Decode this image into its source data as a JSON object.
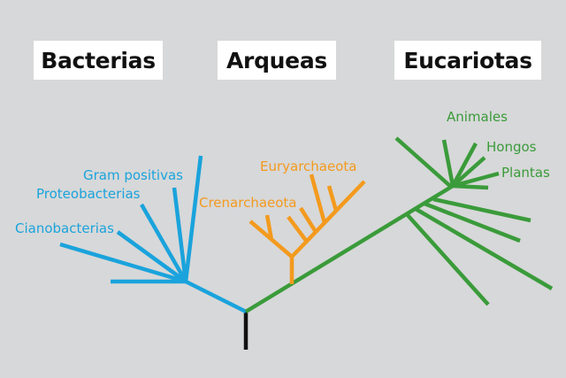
{
  "domains": {
    "bacteria": "Bacterias",
    "archaea": "Arqueas",
    "eukarya": "Eucariotas"
  },
  "labels": {
    "gram_positive": "Gram positivas",
    "proteobacteria": "Proteobacterias",
    "cyanobacteria": "Cianobacterias",
    "euryarchaeota": "Euryarchaeota",
    "crenarchaeota": "Crenarchaeota",
    "animals": "Animales",
    "fungi": "Hongos",
    "plants": "Plantas"
  },
  "colors": {
    "background": "#d7d8d9",
    "bacteria": "#1aa3dc",
    "archaea": "#f39a1e",
    "eukarya": "#3a9b3a",
    "root": "#111111"
  }
}
